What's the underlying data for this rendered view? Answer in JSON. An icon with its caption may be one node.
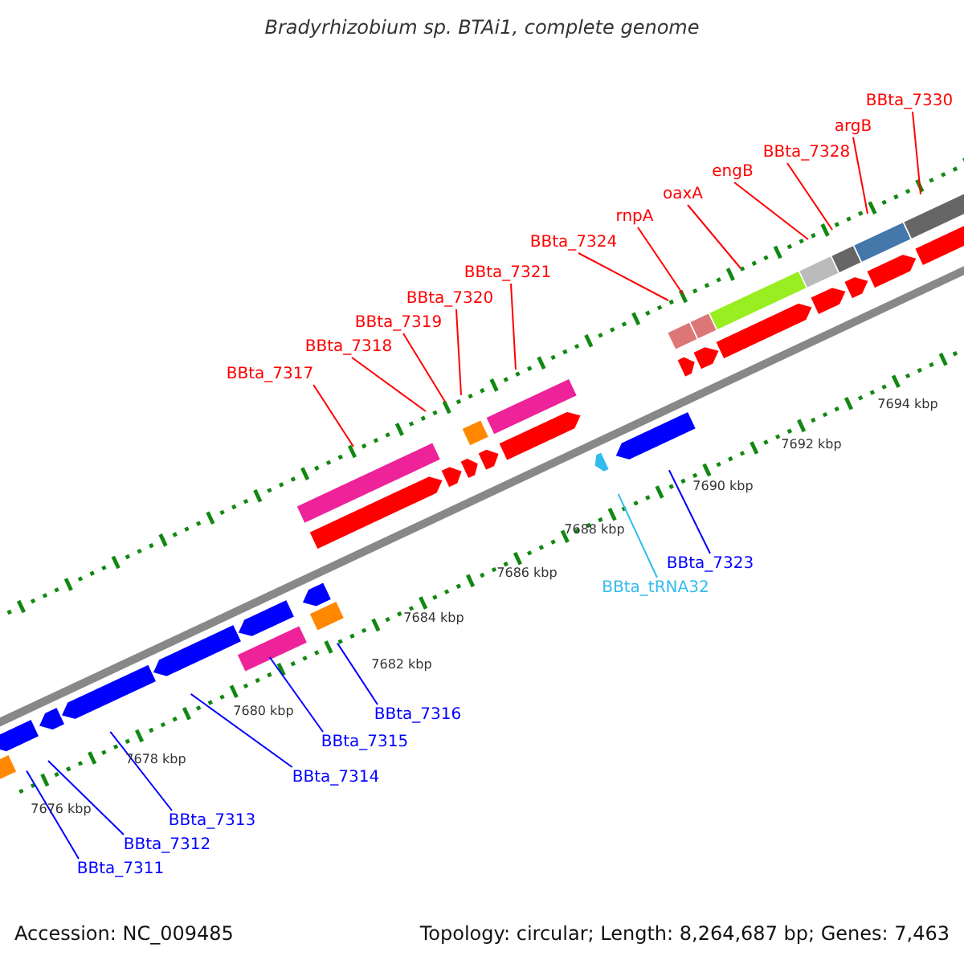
{
  "diagram": {
    "title": "Bradyrhizobium sp. BTAi1, complete genome",
    "nodes": [
      {
        "text": [
          "BBta_7317"
        ]
      },
      {
        "text": [
          "BBta_7318"
        ]
      },
      {
        "text": [
          "BBta_7319"
        ]
      },
      {
        "text": [
          "BBta_7320"
        ]
      },
      {
        "text": [
          "BBta_7321"
        ]
      },
      {
        "text": [
          "BBta_7324"
        ]
      },
      {
        "text": [
          "rnpA"
        ]
      },
      {
        "text": [
          "oaxA"
        ]
      },
      {
        "text": [
          "engB"
        ]
      },
      {
        "text": [
          "BBta_7328"
        ]
      },
      {
        "text": [
          "argB"
        ]
      },
      {
        "text": [
          "BBta_7330"
        ]
      },
      {
        "text": [
          "BBta_tRNA32"
        ]
      },
      {
        "text": [
          "BBta_7323"
        ]
      },
      {
        "text": [
          "BBta_7311"
        ]
      },
      {
        "text": [
          "BBta_7312"
        ]
      },
      {
        "text": [
          "BBta_7313"
        ]
      },
      {
        "text": [
          "BBta_7314"
        ]
      },
      {
        "text": [
          "BBta_7315"
        ]
      },
      {
        "text": [
          "BBta_7316"
        ]
      }
    ],
    "edges": [
      {
        "from": 0,
        "to": null,
        "arrow": "none"
      },
      {
        "from": 1,
        "to": null,
        "arrow": "none"
      },
      {
        "from": 2,
        "to": null,
        "arrow": "none"
      },
      {
        "from": 3,
        "to": null,
        "arrow": "none"
      },
      {
        "from": 4,
        "to": null,
        "arrow": "none"
      },
      {
        "from": 5,
        "to": null,
        "arrow": "none"
      },
      {
        "from": 6,
        "to": null,
        "arrow": "none"
      },
      {
        "from": 7,
        "to": null,
        "arrow": "none"
      },
      {
        "from": 8,
        "to": null,
        "arrow": "none"
      },
      {
        "from": 9,
        "to": null,
        "arrow": "none"
      },
      {
        "from": 10,
        "to": null,
        "arrow": "none"
      },
      {
        "from": 11,
        "to": null,
        "arrow": "none"
      },
      {
        "from": 12,
        "to": null,
        "arrow": "none",
        "color": "#33bbee"
      },
      {
        "from": 13,
        "to": null,
        "arrow": "none",
        "color": "#0000ff"
      },
      {
        "from": 14,
        "to": null,
        "arrow": "none",
        "color": "#0000ff"
      },
      {
        "from": 15,
        "to": null,
        "arrow": "none",
        "color": "#0000ff"
      },
      {
        "from": 16,
        "to": null,
        "arrow": "none",
        "color": "#0000ff"
      },
      {
        "from": 17,
        "to": null,
        "arrow": "none",
        "color": "#0000ff"
      },
      {
        "from": 18,
        "to": null,
        "arrow": "none",
        "color": "#0000ff"
      },
      {
        "from": 19,
        "to": null,
        "arrow": "none",
        "color": "#0000ff"
      }
    ],
    "labels": [
      "7676 kbp",
      "7678 kbp",
      "7680 kbp",
      "7682 kbp",
      "7684 kbp",
      "7686 kbp",
      "7688 kbp",
      "7690 kbp",
      "7692 kbp",
      "7694 kbp",
      "Accession: NC_009485",
      "Topology: circular; Length: 8,264,687 bp; Genes: 7,463"
    ]
  }
}
